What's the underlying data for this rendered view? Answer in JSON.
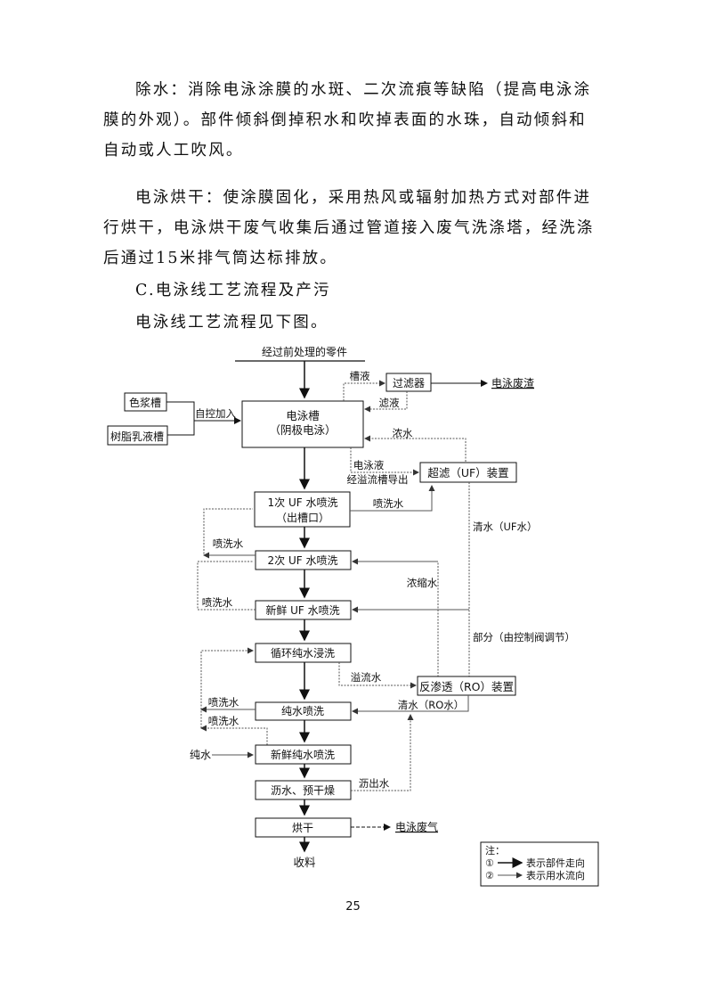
{
  "paragraphs": {
    "p1": "除水：消除电泳涂膜的水斑、二次流痕等缺陷（提高电泳涂膜的外观）。部件倾斜倒掉积水和吹掉表面的水珠，自动倾斜和自动或人工吹风。",
    "p2": "电泳烘干：使涂膜固化，采用热风或辐射加热方式对部件进行烘干，电泳烘干废气收集后通过管道接入废气洗涤塔，经洗涤后通过15米排气筒达标排放。",
    "heading": "C.电泳线工艺流程及产污",
    "intro": "电泳线工艺流程见下图。"
  },
  "diagram": {
    "input_label": "经过前处理的零件",
    "boxes": {
      "pigment_tank": "色浆槽",
      "resin_tank": "树脂乳液槽",
      "ep_tank_line1": "电泳槽",
      "ep_tank_line2": "（阴极电泳）",
      "filter": "过滤器",
      "uf_device": "超滤（UF）装置",
      "uf1_line1": "1次 UF 水喷洗",
      "uf1_line2": "（出槽口）",
      "uf2": "2次 UF 水喷洗",
      "fresh_uf": "新鲜 UF 水喷洗",
      "circ_pure": "循环纯水浸洗",
      "ro_device": "反渗透（RO）装置",
      "pure_spray": "纯水喷洗",
      "fresh_pure": "新鲜纯水喷洗",
      "drain_predry": "沥水、预干燥",
      "bake": "烘干",
      "collect": "收料"
    },
    "labels": {
      "auto_add": "自控加入",
      "tank_liquid": "槽液",
      "filtrate": "滤液",
      "ep_waste_residue": "电泳废渣",
      "concentrate": "浓水",
      "ep_liquid": "电泳液",
      "via_overflow": "经溢流槽导出",
      "spray_water_uf1": "喷洗水",
      "clear_uf": "清水（UF水）",
      "spray_water_2": "喷洗水",
      "concentrated_water": "浓缩水",
      "spray_water_3": "喷洗水",
      "partial": "部分（由控制阀调节）",
      "overflow_water": "溢流水",
      "clear_ro": "清水（RO水）",
      "spray_water_4": "喷洗水",
      "spray_water_5": "喷洗水",
      "pure_water": "纯水",
      "drain_water": "沥出水",
      "ep_waste_gas": "电泳废气"
    },
    "legend": {
      "title": "注：",
      "item1_num": "①",
      "item1": "表示部件走向",
      "item2_num": "②",
      "item2": "表示用水流向"
    }
  },
  "page_number": "25"
}
